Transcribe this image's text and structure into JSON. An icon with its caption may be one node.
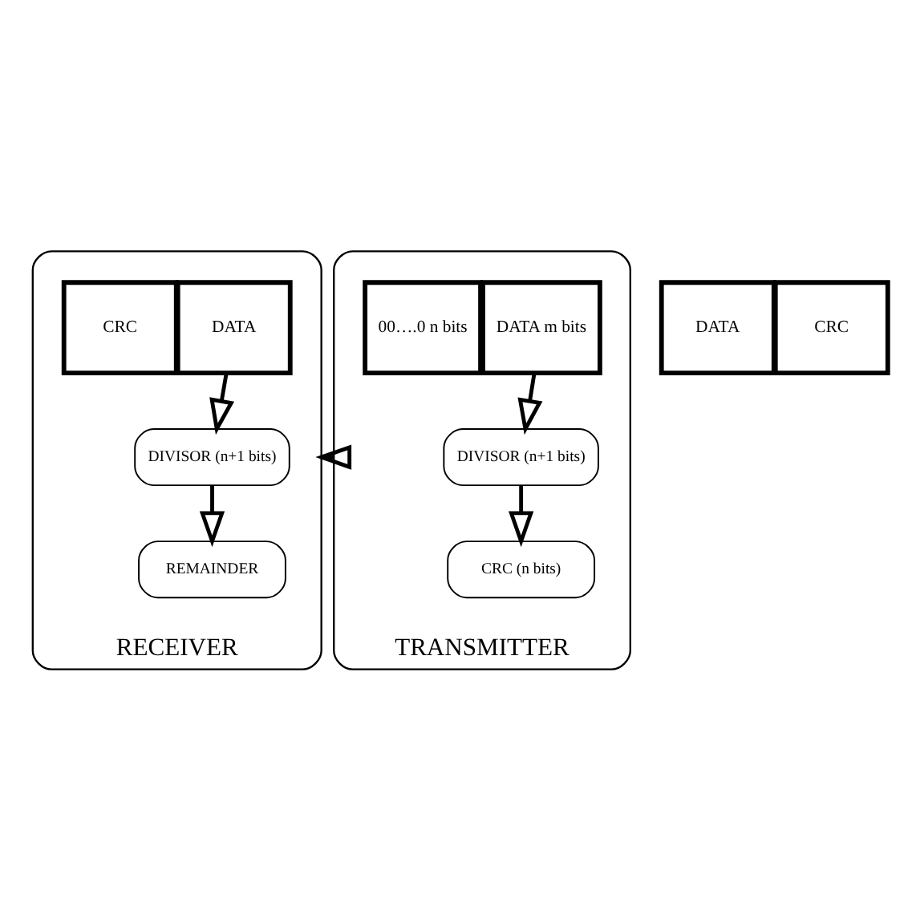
{
  "diagram": {
    "nodes": [
      {
        "text": [
          "RECEIVER"
        ]
      },
      {
        "text": [
          "DATA"
        ],
        "in": 0
      },
      {
        "text": [
          "CRC"
        ],
        "in": 0
      },
      {
        "text": [
          "DIVISOR (n+1 bits)"
        ],
        "in": 0
      },
      {
        "text": [
          "REMAINDER"
        ],
        "in": 0
      },
      {
        "text": [
          "TRANSMITTER"
        ]
      },
      {
        "text": [
          "DATA m bits"
        ],
        "in": 5
      },
      {
        "text": [
          "00….0 n bits"
        ],
        "in": 5
      },
      {
        "text": [
          "DIVISOR (n+1 bits)"
        ],
        "in": 5
      },
      {
        "text": [
          "CRC (n bits)"
        ],
        "in": 5
      },
      {
        "text": [
          "DATA"
        ]
      },
      {
        "text": [
          "CRC"
        ]
      }
    ],
    "edges": [
      {
        "from": 1,
        "to": 3,
        "arrow": "to"
      },
      {
        "from": 3,
        "to": 4,
        "arrow": "to"
      },
      {
        "from": 6,
        "to": 8,
        "arrow": "to"
      },
      {
        "from": 8,
        "to": 9,
        "arrow": "to"
      },
      {
        "from": 5,
        "to": 0,
        "arrow": "to"
      }
    ]
  }
}
